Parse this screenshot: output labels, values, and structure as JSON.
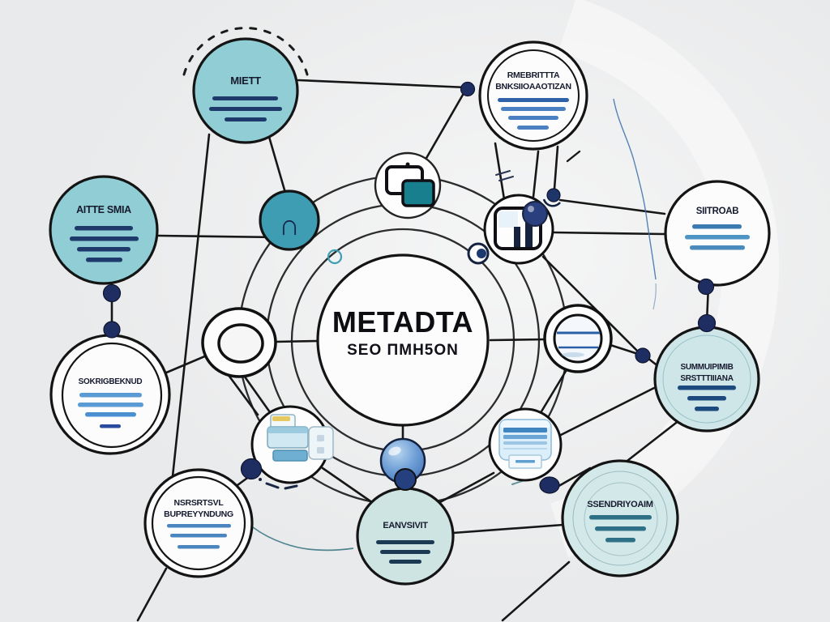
{
  "diagram_title": "Metadata SEO mind map",
  "colors": {
    "background": "#e9eaeb",
    "node_teal": "#90cdd4",
    "node_teal_small": "#3f9db3",
    "node_pale": "#cfe6e8",
    "node_pale2": "#cde4e2",
    "node_pale3": "#d3e8e9",
    "node_white": "#fcfcfd",
    "line_black": "#171717",
    "dot_navy": "#1e2e63",
    "bar_navy": "#1d3a6b",
    "bar_blue": "#4a85c0",
    "bar_teal": "#2e7086",
    "accent_teal": "#187f8e",
    "sphere_blue": "#5d8fcb"
  },
  "center_node": {
    "title": "METADTA",
    "subtitle": "SEO ΠMH5ON"
  },
  "nodes": {
    "top_left": {
      "label": "MIETT"
    },
    "top_right": {
      "label": "RMEBRITTTA",
      "label2": "BNKSIIOAAOTIZAN"
    },
    "left": {
      "label": "AITTE SMIA"
    },
    "right": {
      "label": "SIITROAB"
    },
    "mid_left": {
      "label": "SOKRIGBEKNUD"
    },
    "mid_right": {
      "label": "SUMMUIPIMIB",
      "label2": "SRSTTTIIIANA"
    },
    "bottom_left": {
      "label": "NSRSRTSVL",
      "label2": "BUPREYYNDUNG"
    },
    "bottom_center": {
      "label": "EANVSIVIT"
    },
    "bottom_right": {
      "label": "SSENDRIYOAIM"
    }
  },
  "icons": {
    "arch_glyph": "∩",
    "names": [
      "arch-icon",
      "copy-pages-icon",
      "bar-chart-icon",
      "ring-icon",
      "document-lines-icon",
      "printer-icon",
      "server-stack-icon",
      "sphere-icon",
      "eye-icon"
    ]
  }
}
